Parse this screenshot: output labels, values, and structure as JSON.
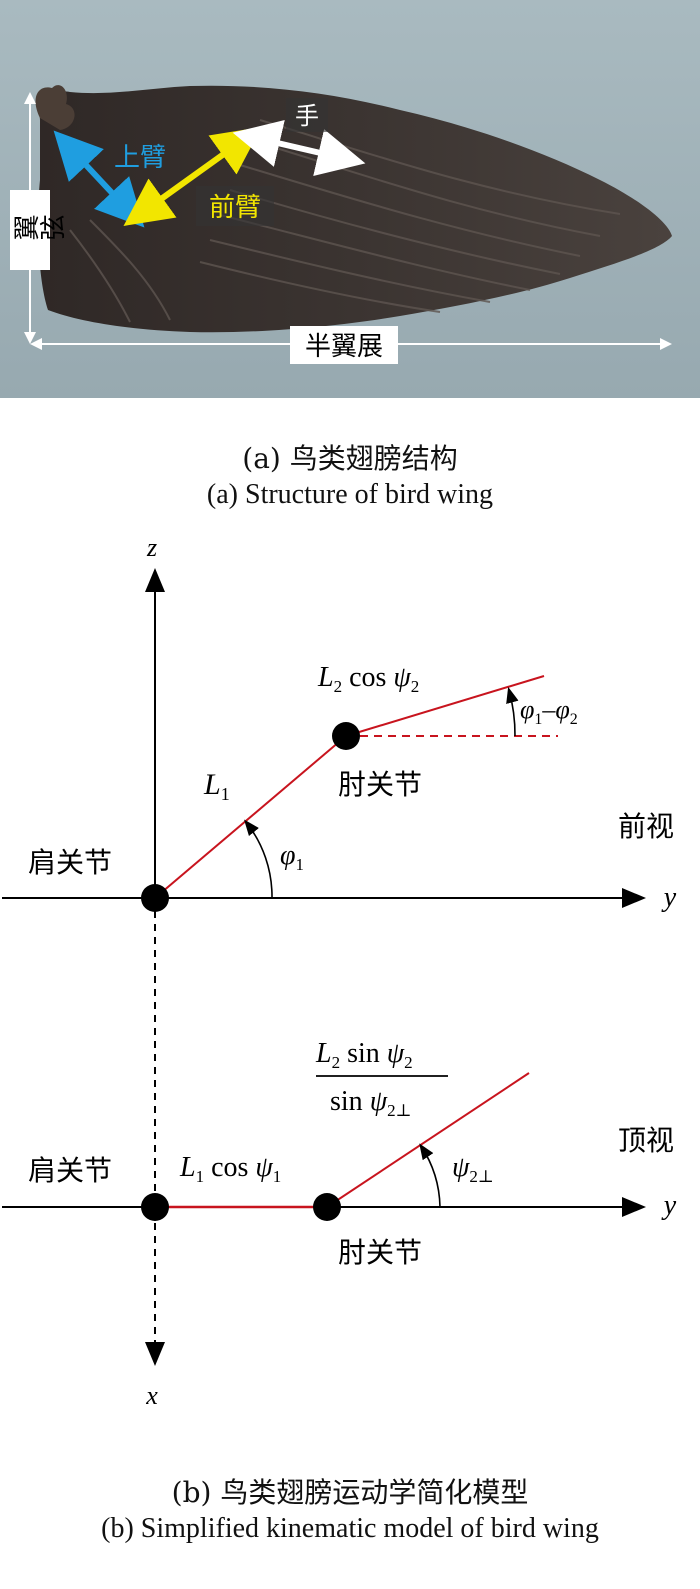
{
  "figure_a": {
    "labels": {
      "upper_arm": "上臂",
      "forearm": "前臂",
      "hand": "手",
      "chord": "翼弦",
      "half_span": "半翼展"
    },
    "colors": {
      "upper_arm_arrow": "#1f9ee0",
      "forearm_arrow": "#f2e600",
      "hand_arrow": "#ffffff",
      "background": "#9fb1b8",
      "wing": "#3a3330"
    },
    "caption_cn": "(a) 鸟类翅膀结构",
    "caption_en": "(a) Structure of bird wing"
  },
  "figure_b": {
    "axes": {
      "z": "z",
      "y": "y",
      "x": "x"
    },
    "front_view": {
      "title": "前视",
      "shoulder": "肩关节",
      "elbow": "肘关节",
      "L1": "L",
      "L1_sub": "1",
      "phi1": "φ",
      "phi1_sub": "1",
      "L2cos_L": "L",
      "L2cos_sub": "2",
      "L2cos_text": " cos ",
      "L2cos_psi": "ψ",
      "L2cos_psi_sub": "2",
      "phi_diff_a": "φ",
      "phi_diff_a_sub": "1",
      "phi_diff_minus": "–",
      "phi_diff_b": "φ",
      "phi_diff_b_sub": "2"
    },
    "top_view": {
      "title": "顶视",
      "shoulder": "肩关节",
      "elbow": "肘关节",
      "L1cos_L": "L",
      "L1cos_sub": "1",
      "L1cos_text": " cos ",
      "L1cos_psi": "ψ",
      "L1cos_psi_sub": "1",
      "num_L": "L",
      "num_sub": "2",
      "num_text": " sin ",
      "num_psi": "ψ",
      "num_psi_sub": "2",
      "den_text": "sin ",
      "den_psi": "ψ",
      "den_psi_sub": "2⊥",
      "angle_psi": "ψ",
      "angle_sub": "2⊥"
    },
    "caption_cn": "(b) 鸟类翅膀运动学简化模型",
    "caption_en": "(b) Simplified kinematic model of bird wing"
  }
}
